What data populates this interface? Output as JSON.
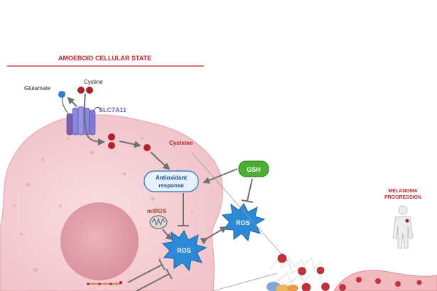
{
  "header": {
    "title": "AMOEBOID CELLULAR STATE"
  },
  "labels": {
    "glutamate": "Glutamate",
    "cystine": "Cystine",
    "slc7a11": "SLC7A11",
    "cysteine": "Cysteine",
    "antioxidant_line1": "Antioxidant",
    "antioxidant_line2": "response",
    "gsh": "GSH",
    "ros_outer": "ROS",
    "mtros": "mtROS",
    "ros_inner": "ROS",
    "melanoma_line1": "MELANOMA",
    "melanoma_line2": "PROGRESSION"
  },
  "colors": {
    "title_red": "#c0272d",
    "cell_pink": "#f6d3d8",
    "nucleus_pink": "#e7a7b1",
    "transporter_purple": "#8b86e0",
    "glutamate_blue": "#2f7fd6",
    "cystine_red": "#b0222a",
    "ros_blue": "#2a8ad8",
    "gsh_green": "#4caf33",
    "arrow_gray": "#707070"
  }
}
